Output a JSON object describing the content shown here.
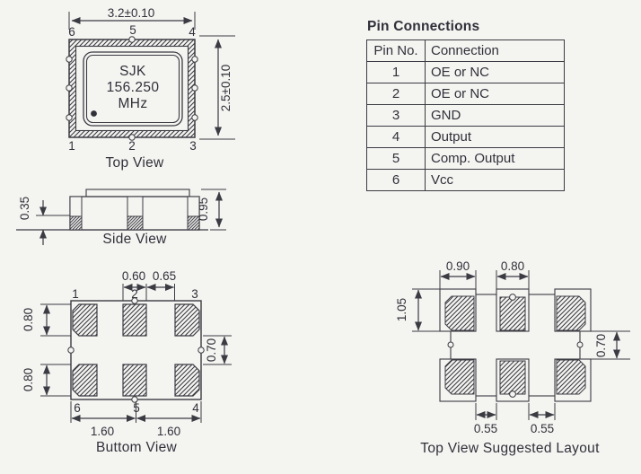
{
  "pin_table": {
    "title": "Pin Connections",
    "headers": [
      "Pin No.",
      "Connection"
    ],
    "rows": [
      {
        "pin": "1",
        "connection": "OE or NC"
      },
      {
        "pin": "2",
        "connection": "OE or NC"
      },
      {
        "pin": "3",
        "connection": "GND"
      },
      {
        "pin": "4",
        "connection": "Output"
      },
      {
        "pin": "5",
        "connection": "Comp. Output"
      },
      {
        "pin": "6",
        "connection": "Vcc"
      }
    ]
  },
  "top_view": {
    "label": "Top View",
    "width_dim": "3.2±0.10",
    "height_dim": "2.5±0.10",
    "marking": [
      "SJK",
      "156.250",
      "MHz"
    ],
    "pins_top": [
      "6",
      "5",
      "4"
    ],
    "pins_bottom": [
      "1",
      "2",
      "3"
    ]
  },
  "side_view": {
    "label": "Side View",
    "pad_height_dim": "0.35",
    "body_height_dim": "0.95"
  },
  "bottom_view": {
    "label": "Buttom View",
    "pad_width_dim": "0.60",
    "pad_gap_dim": "0.65",
    "pad_row_height_top_dim": "0.80",
    "pad_row_height_bottom_dim": "0.80",
    "row_gap_dim": "0.70",
    "half_width_left_dim": "1.60",
    "half_width_right_dim": "1.60",
    "pins_top": [
      "1",
      "2",
      "3"
    ],
    "pins_bottom": [
      "6",
      "5",
      "4"
    ]
  },
  "layout_view": {
    "label": "Top View Suggested Layout",
    "corner_land_width_dim": "0.90",
    "center_land_width_dim": "0.80",
    "land_height_dim": "1.05",
    "row_gap_dim": "0.70",
    "pad_gap_left_dim": "0.55",
    "pad_gap_right_dim": "0.55"
  },
  "colors": {
    "line": "#3b3b43",
    "text": "#30303a",
    "background": "#f4f4f1"
  }
}
